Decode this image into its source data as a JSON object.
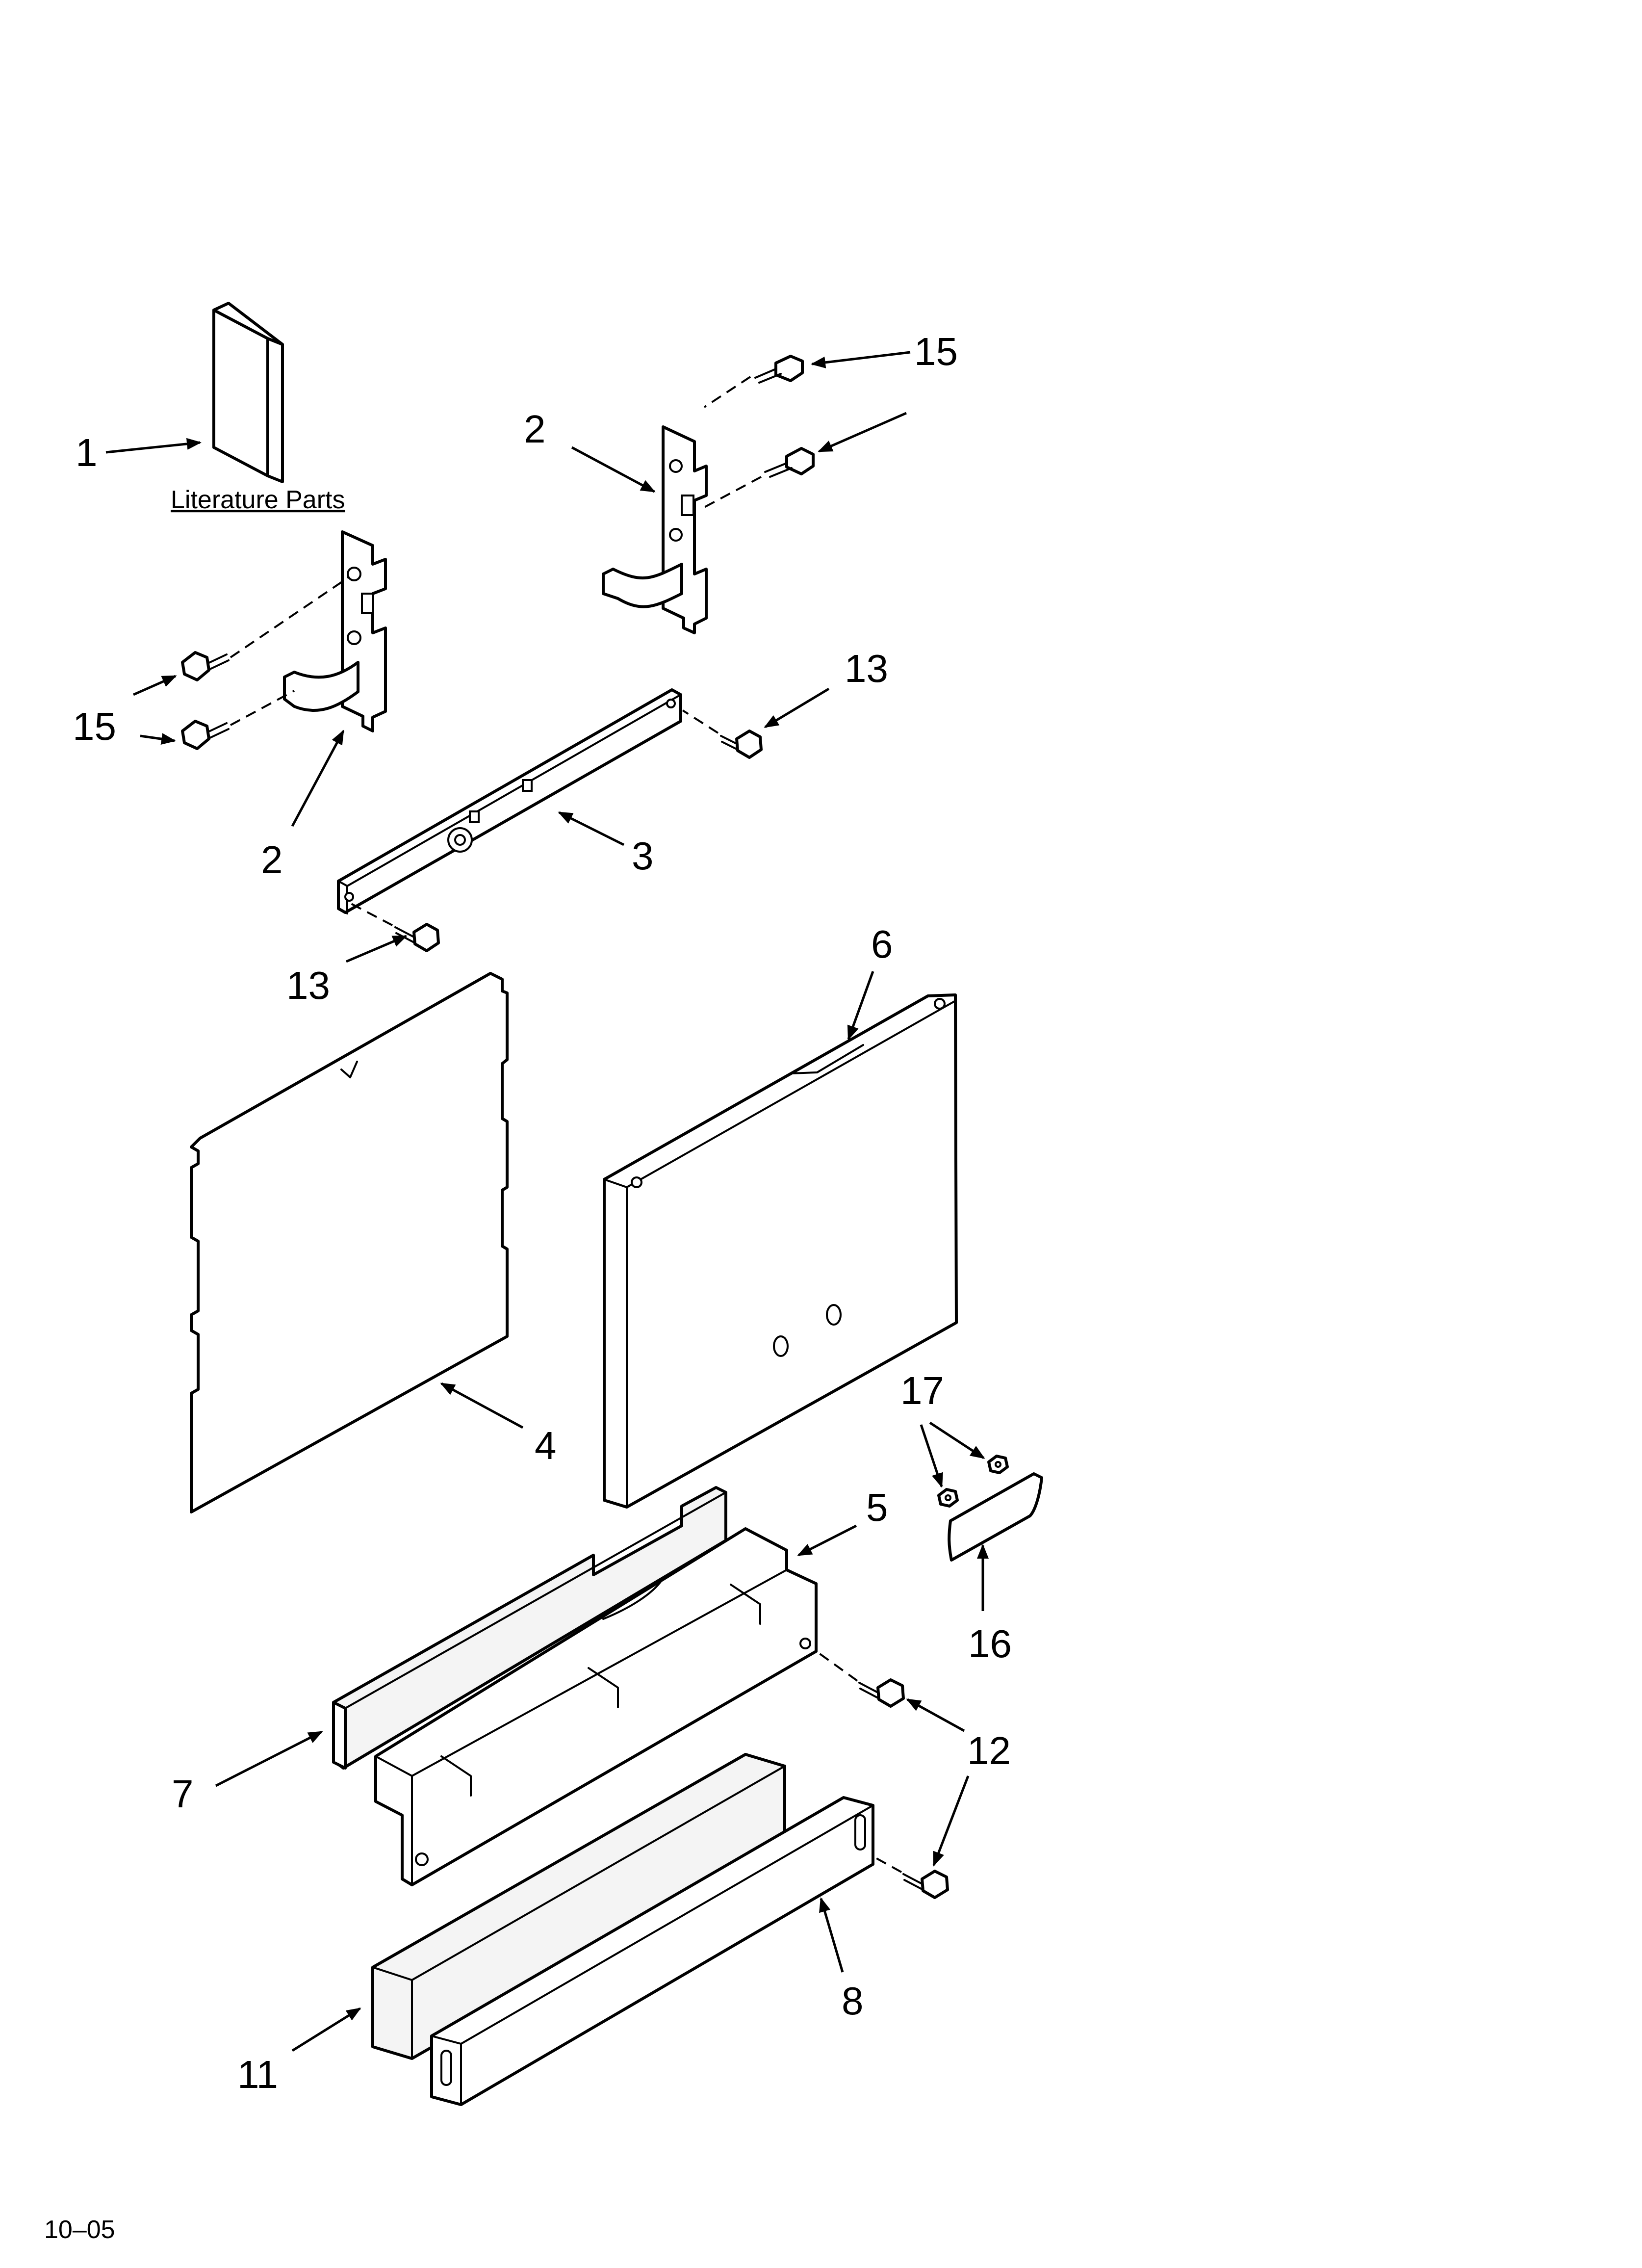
{
  "callouts": {
    "c1": "1",
    "c2_top": "2",
    "c2_bottom": "2",
    "c3": "3",
    "c4": "4",
    "c5": "5",
    "c6": "6",
    "c7": "7",
    "c8": "8",
    "c11": "11",
    "c12": "12",
    "c13_top": "13",
    "c13_bottom": "13",
    "c15_top": "15",
    "c15_bottom": "15",
    "c16": "16",
    "c17": "17"
  },
  "literature_label": "Literature Parts",
  "revision_code": "10–05"
}
